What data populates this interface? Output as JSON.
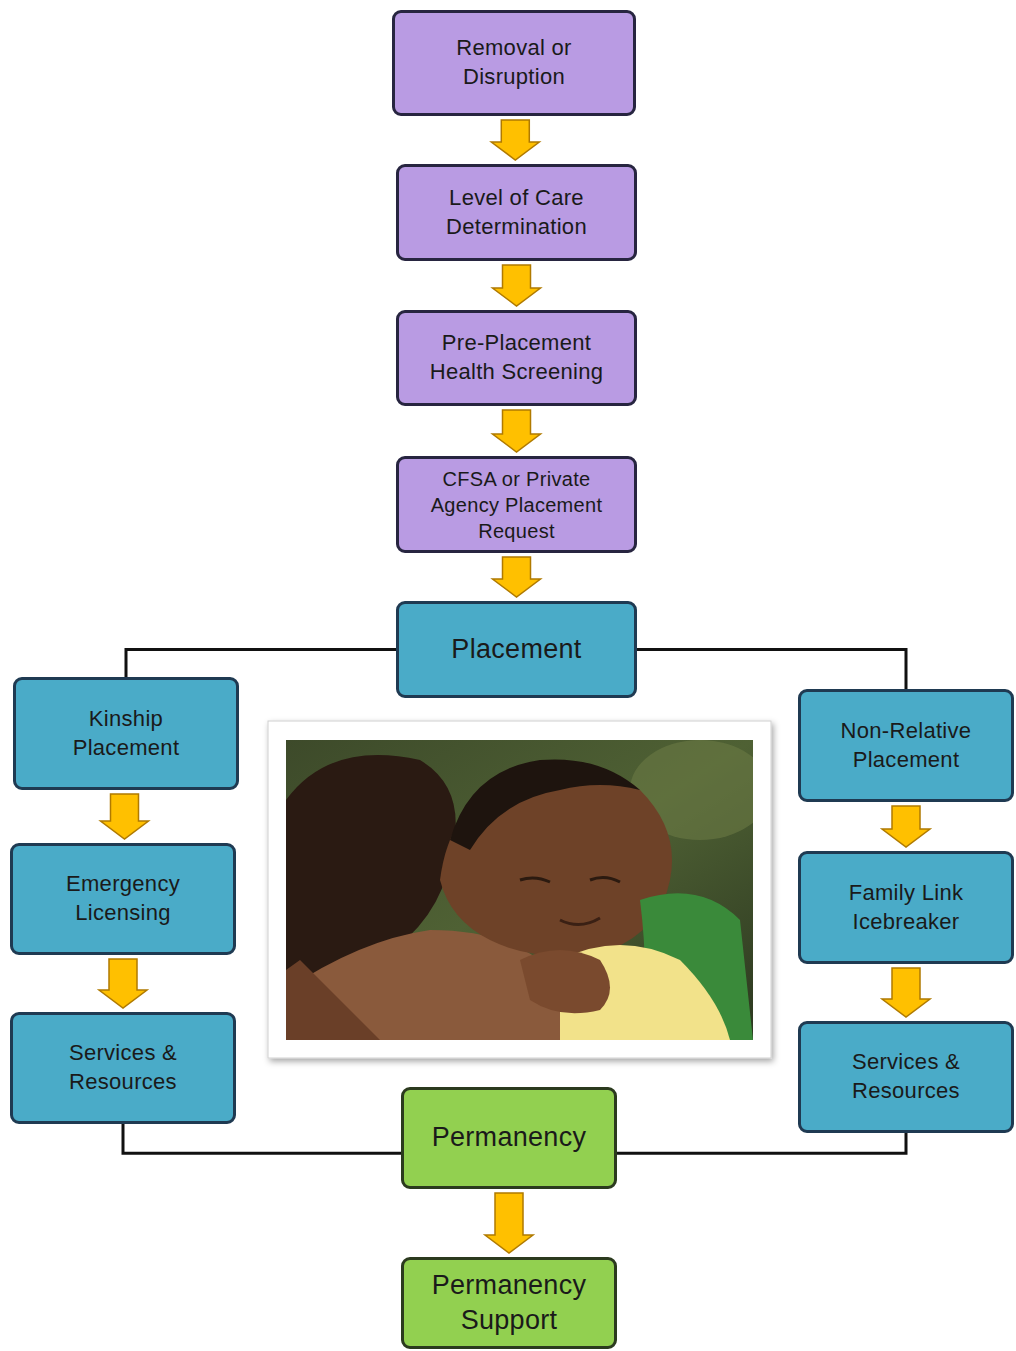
{
  "diagram": {
    "nodes": [
      {
        "text": [
          "Removal or Disruption"
        ]
      },
      {
        "text": [
          "Level of Care Determination"
        ]
      },
      {
        "text": [
          "Pre-Placement Health Screening"
        ]
      },
      {
        "text": [
          "CFSA or Private Agency Placement Request"
        ]
      },
      {
        "text": [
          "Placement"
        ]
      },
      {
        "text": [
          "Kinship Placement"
        ]
      },
      {
        "text": [
          "Emergency Licensing"
        ]
      },
      {
        "text": [
          "Services & Resources"
        ]
      },
      {
        "text": [
          "Non-Relative Placement"
        ]
      },
      {
        "text": [
          "Family Link Icebreaker"
        ]
      },
      {
        "text": [
          "Services & Resources"
        ]
      },
      {
        "text": [
          "Permanency"
        ]
      },
      {
        "text": [
          "Permanency Support"
        ]
      }
    ],
    "edges": [
      {
        "from": 0,
        "to": 1,
        "arrow": "to"
      },
      {
        "from": 1,
        "to": 2,
        "arrow": "to"
      },
      {
        "from": 2,
        "to": 3,
        "arrow": "to"
      },
      {
        "from": 3,
        "to": 4,
        "arrow": "to"
      },
      {
        "from": 4,
        "to": 5,
        "arrow": "none"
      },
      {
        "from": 4,
        "to": 8,
        "arrow": "none"
      },
      {
        "from": 5,
        "to": 6,
        "arrow": "to"
      },
      {
        "from": 6,
        "to": 7,
        "arrow": "to"
      },
      {
        "from": 8,
        "to": 9,
        "arrow": "to"
      },
      {
        "from": 9,
        "to": 10,
        "arrow": "to"
      },
      {
        "from": 7,
        "to": 11,
        "arrow": "none"
      },
      {
        "from": 10,
        "to": 11,
        "arrow": "none"
      },
      {
        "from": 11,
        "to": 12,
        "arrow": "to"
      }
    ]
  }
}
